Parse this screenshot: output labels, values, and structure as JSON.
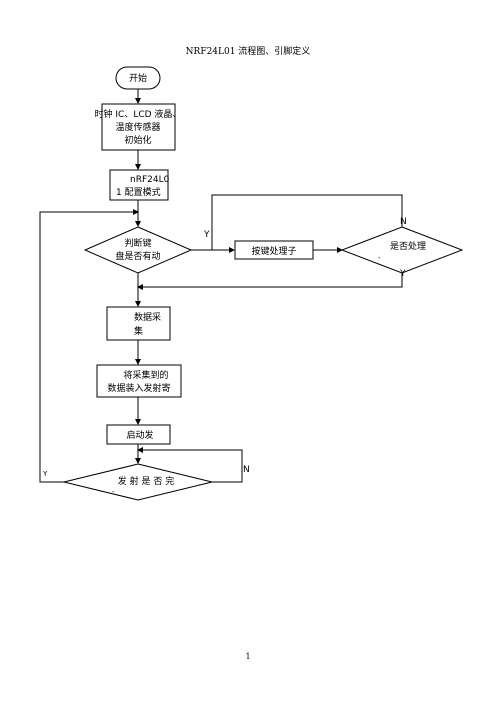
{
  "page": {
    "title": "NRF24L01 流程图、引脚定义",
    "page_number": "1"
  },
  "flowchart": {
    "start": "开始",
    "init": [
      "时钟 IC、LCD 液晶、",
      "温度传感器",
      "初始化"
    ],
    "config": [
      "nRF24L0",
      "1 配置模式"
    ],
    "judge_key": [
      "判断键",
      "盘是否有动"
    ],
    "key_handler": "按键处理子",
    "processed": [
      "是否处理",
      "-"
    ],
    "collect": [
      "数据采",
      "集"
    ],
    "load": [
      "将采集到的",
      "数据装入发射寄"
    ],
    "launch": "启动发",
    "sent": [
      "发 射 是 否 完",
      "-"
    ],
    "labels": {
      "yes": "Y",
      "no": "N"
    }
  }
}
